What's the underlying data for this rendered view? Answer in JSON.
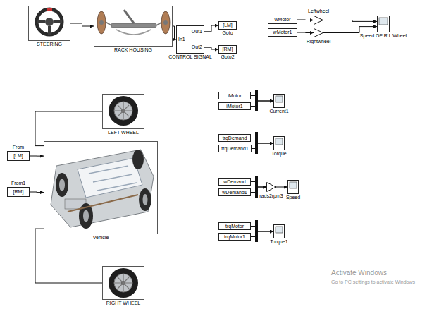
{
  "diagram": {
    "nodes": [
      {
        "text": [
          "STEERING"
        ]
      },
      {
        "text": [
          "RACK HOUSING"
        ]
      },
      {
        "text": [
          "In1",
          "Out1",
          "Out2",
          "CONTROL SIGNAL"
        ]
      },
      {
        "text": [
          "[LM]",
          "Goto"
        ]
      },
      {
        "text": [
          "[RM]",
          "Goto2"
        ]
      },
      {
        "text": [
          "wMotor"
        ]
      },
      {
        "text": [
          "wMotor1"
        ]
      },
      {
        "text": [
          "Leftwheel"
        ]
      },
      {
        "text": [
          "Rightwheel"
        ]
      },
      {
        "text": [
          "Speed OF R L Wheel"
        ]
      },
      {
        "text": [
          "LEFT WHEEL"
        ]
      },
      {
        "text": [
          "[LM]",
          "From"
        ]
      },
      {
        "text": [
          "[RM]",
          "From1"
        ]
      },
      {
        "text": [
          "Vehicle"
        ]
      },
      {
        "text": [
          "RIGHT WHEEL"
        ]
      },
      {
        "text": [
          "iMotor"
        ]
      },
      {
        "text": [
          "iMotor1"
        ]
      },
      {
        "text": [
          "Current1"
        ]
      },
      {
        "text": [
          "trqDemand"
        ]
      },
      {
        "text": [
          "trqDemand1"
        ]
      },
      {
        "text": [
          "Torque"
        ]
      },
      {
        "text": [
          "wDemand"
        ]
      },
      {
        "text": [
          "wDemand1"
        ]
      },
      {
        "text": [
          "rads2rpm3"
        ]
      },
      {
        "text": [
          "Speed"
        ]
      },
      {
        "text": [
          "trqMotor"
        ]
      },
      {
        "text": [
          "trqMotor1"
        ]
      },
      {
        "text": [
          "Torque1"
        ]
      }
    ],
    "edges": [
      {
        "from": 0,
        "to": 1,
        "arrow": "to"
      },
      {
        "from": 1,
        "to": 2,
        "arrow": "to"
      },
      {
        "from": 2,
        "to": 3,
        "arrow": "to"
      },
      {
        "from": 2,
        "to": 4,
        "arrow": "to"
      },
      {
        "from": 5,
        "to": 7,
        "arrow": "to"
      },
      {
        "from": 6,
        "to": 8,
        "arrow": "to"
      },
      {
        "from": 7,
        "to": 9,
        "arrow": "to"
      },
      {
        "from": 8,
        "to": 9,
        "arrow": "to"
      },
      {
        "from": 11,
        "to": 13,
        "arrow": "to"
      },
      {
        "from": 12,
        "to": 13,
        "arrow": "to"
      },
      {
        "from": 10,
        "to": 13,
        "arrow": "none"
      },
      {
        "from": 14,
        "to": 13,
        "arrow": "none"
      },
      {
        "from": 15,
        "to": 17,
        "arrow": "to"
      },
      {
        "from": 16,
        "to": 17,
        "arrow": "to"
      },
      {
        "from": 18,
        "to": 20,
        "arrow": "to"
      },
      {
        "from": 19,
        "to": 20,
        "arrow": "to"
      },
      {
        "from": 21,
        "to": 23,
        "arrow": "to"
      },
      {
        "from": 22,
        "to": 23,
        "arrow": "to"
      },
      {
        "from": 23,
        "to": 24,
        "arrow": "to"
      },
      {
        "from": 25,
        "to": 27,
        "arrow": "to"
      },
      {
        "from": 26,
        "to": 27,
        "arrow": "to"
      }
    ],
    "labels": [
      "Activate Windows",
      "Go to PC settings to activate Windows"
    ]
  }
}
